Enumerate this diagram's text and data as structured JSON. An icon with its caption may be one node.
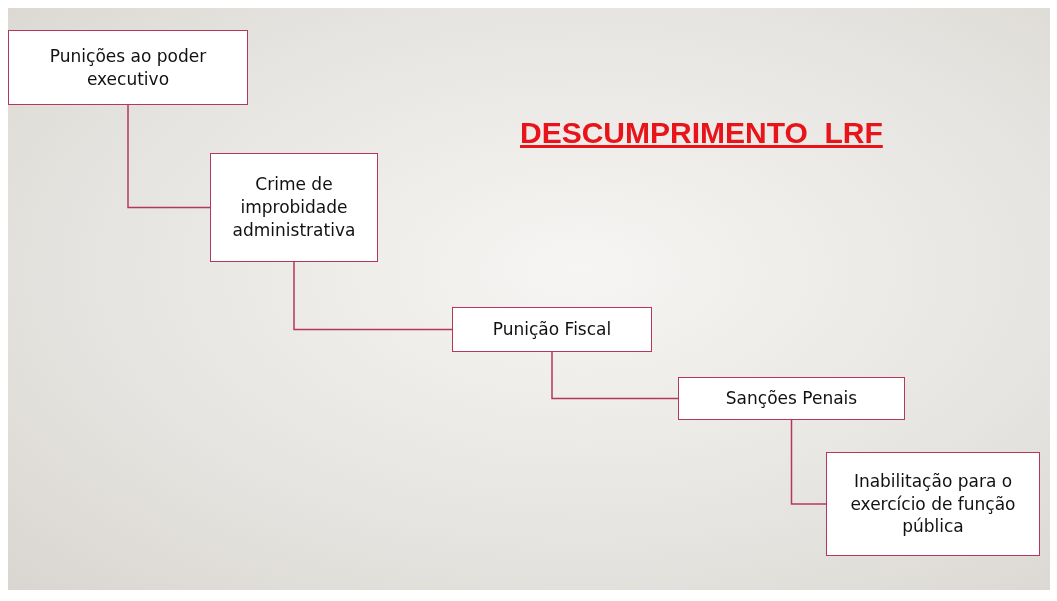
{
  "diagram": {
    "title": "DESCUMPRIMENTO  LRF",
    "nodes": [
      {
        "text": [
          "Punições ao poder executivo"
        ]
      },
      {
        "text": [
          "Crime de improbidade administrativa"
        ]
      },
      {
        "text": [
          "Punição Fiscal"
        ]
      },
      {
        "text": [
          "Sanções Penais"
        ]
      },
      {
        "text": [
          "Inabilitação para o exercício de função pública"
        ]
      }
    ],
    "edges": [
      {
        "from": 0,
        "to": 1,
        "arrow": "none"
      },
      {
        "from": 1,
        "to": 2,
        "arrow": "none"
      },
      {
        "from": 2,
        "to": 3,
        "arrow": "none"
      },
      {
        "from": 3,
        "to": 4,
        "arrow": "none"
      }
    ]
  }
}
